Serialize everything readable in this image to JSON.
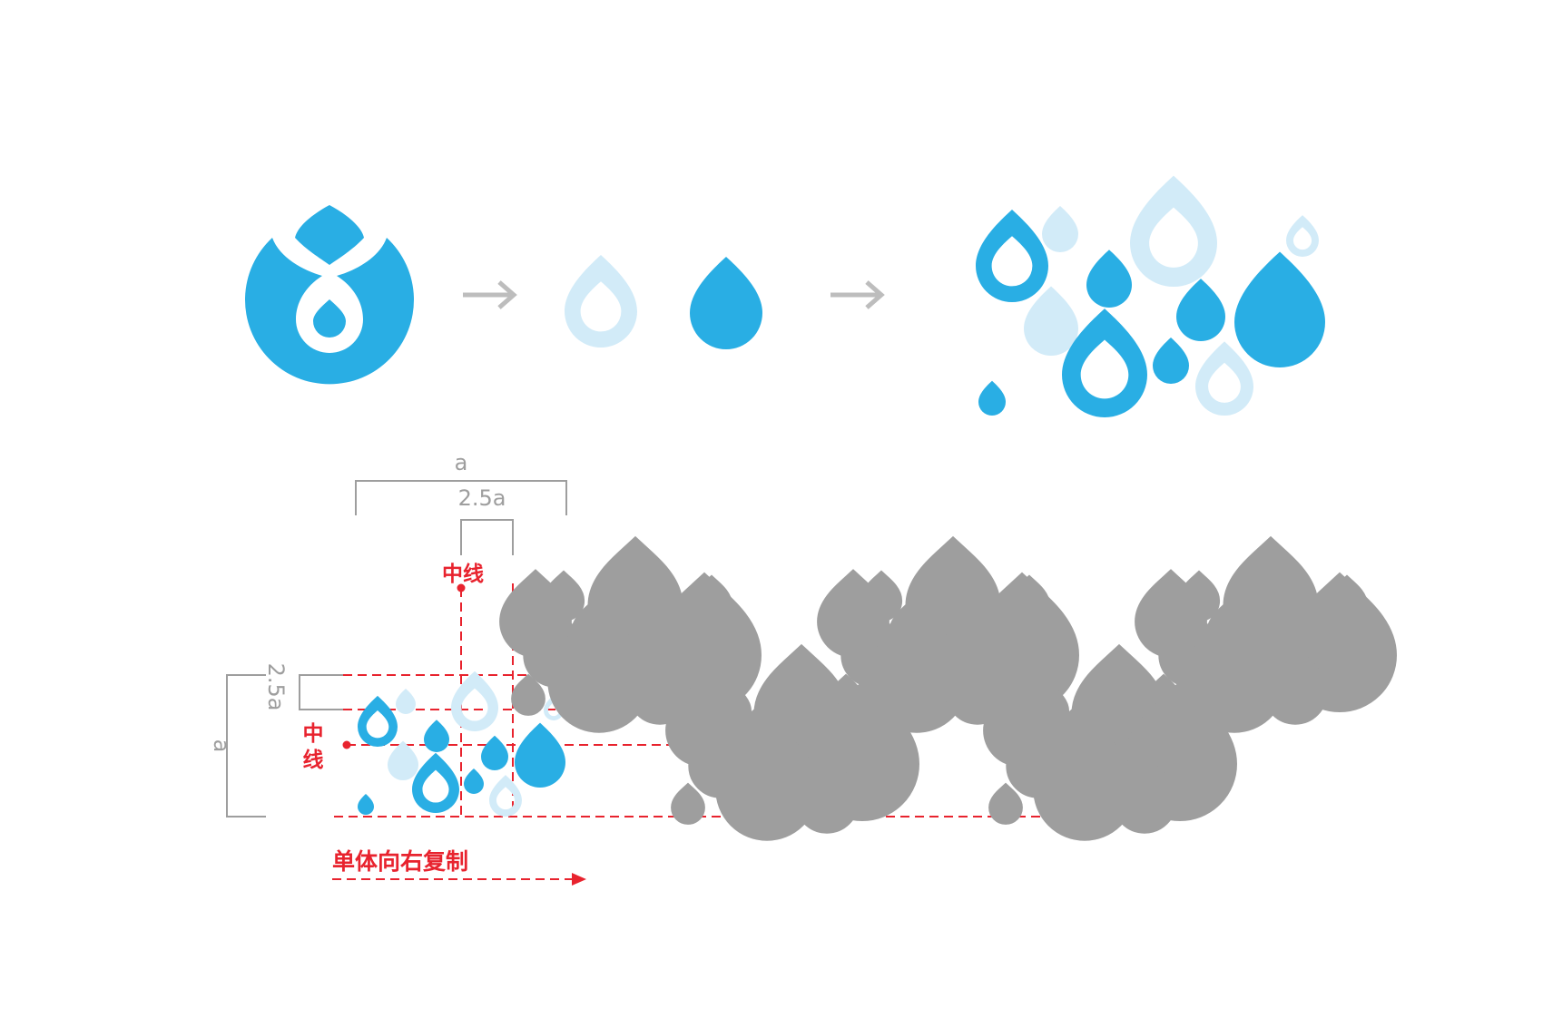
{
  "colors": {
    "primary": "#29AEE4",
    "light": "#D2EBF8",
    "arrow": "#BDBDBD",
    "outline": "#9E9E9E",
    "guide": "#E8232E",
    "dimension": "#9E9E9E"
  },
  "top_row": {
    "logo_icon": "water-drop-lotus-logo",
    "arrow_icon": "right-arrow",
    "light_drop_icon": "outlined-drop-light",
    "solid_drop_icon": "solid-drop",
    "composition_icon": "drop-cluster"
  },
  "dimension_labels": {
    "width_total": "a",
    "width_offset": "2.5a",
    "height_total": "a",
    "height_offset": "2.5a"
  },
  "guide_labels": {
    "center_line_vertical": "中线",
    "center_line_horizontal_1": "中",
    "center_line_horizontal_2": "线",
    "repeat_instruction": "单体向右复制"
  }
}
